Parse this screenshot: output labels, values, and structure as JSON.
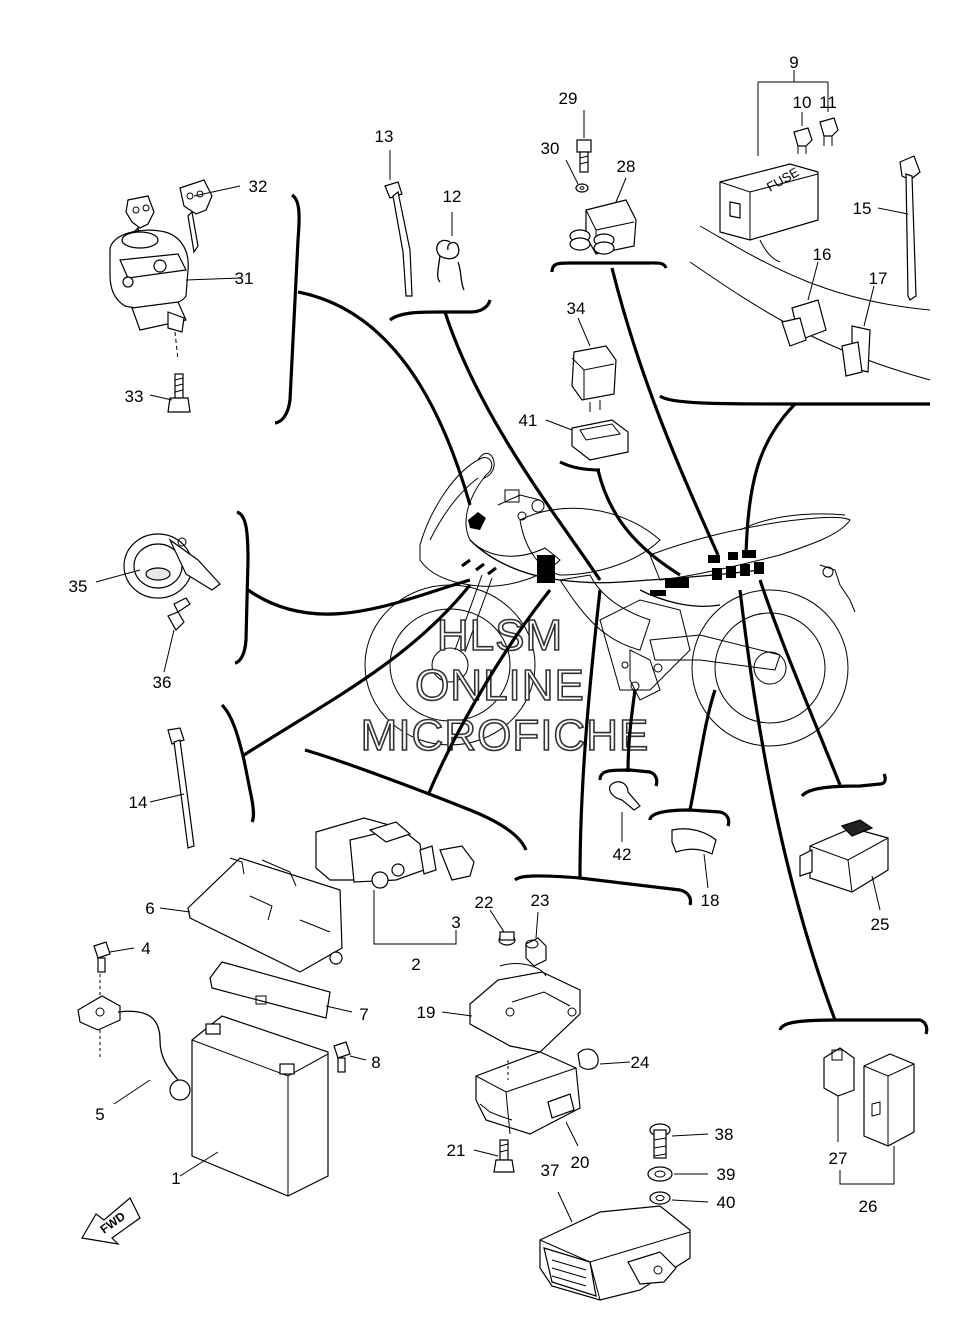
{
  "watermark": {
    "line1": "HLSM",
    "line2": "ONLINE",
    "line3": "MICROFICHE"
  },
  "fuse_box_text": "FUSE",
  "fwd_arrow_text": "FWD",
  "callouts": {
    "n1": "1",
    "n2": "2",
    "n3": "3",
    "n4": "4",
    "n5": "5",
    "n6": "6",
    "n7": "7",
    "n8": "8",
    "n9": "9",
    "n10": "10",
    "n11": "11",
    "n12": "12",
    "n13": "13",
    "n14": "14",
    "n15": "15",
    "n16": "16",
    "n17": "17",
    "n18": "18",
    "n19": "19",
    "n20": "20",
    "n21": "21",
    "n22": "22",
    "n23": "23",
    "n24": "24",
    "n25": "25",
    "n26": "26",
    "n27": "27",
    "n28": "28",
    "n29": "29",
    "n30": "30",
    "n31": "31",
    "n32": "32",
    "n33": "33",
    "n34": "34",
    "n35": "35",
    "n36": "36",
    "n37": "37",
    "n38": "38",
    "n39": "39",
    "n40": "40",
    "n41": "41",
    "n42": "42"
  }
}
